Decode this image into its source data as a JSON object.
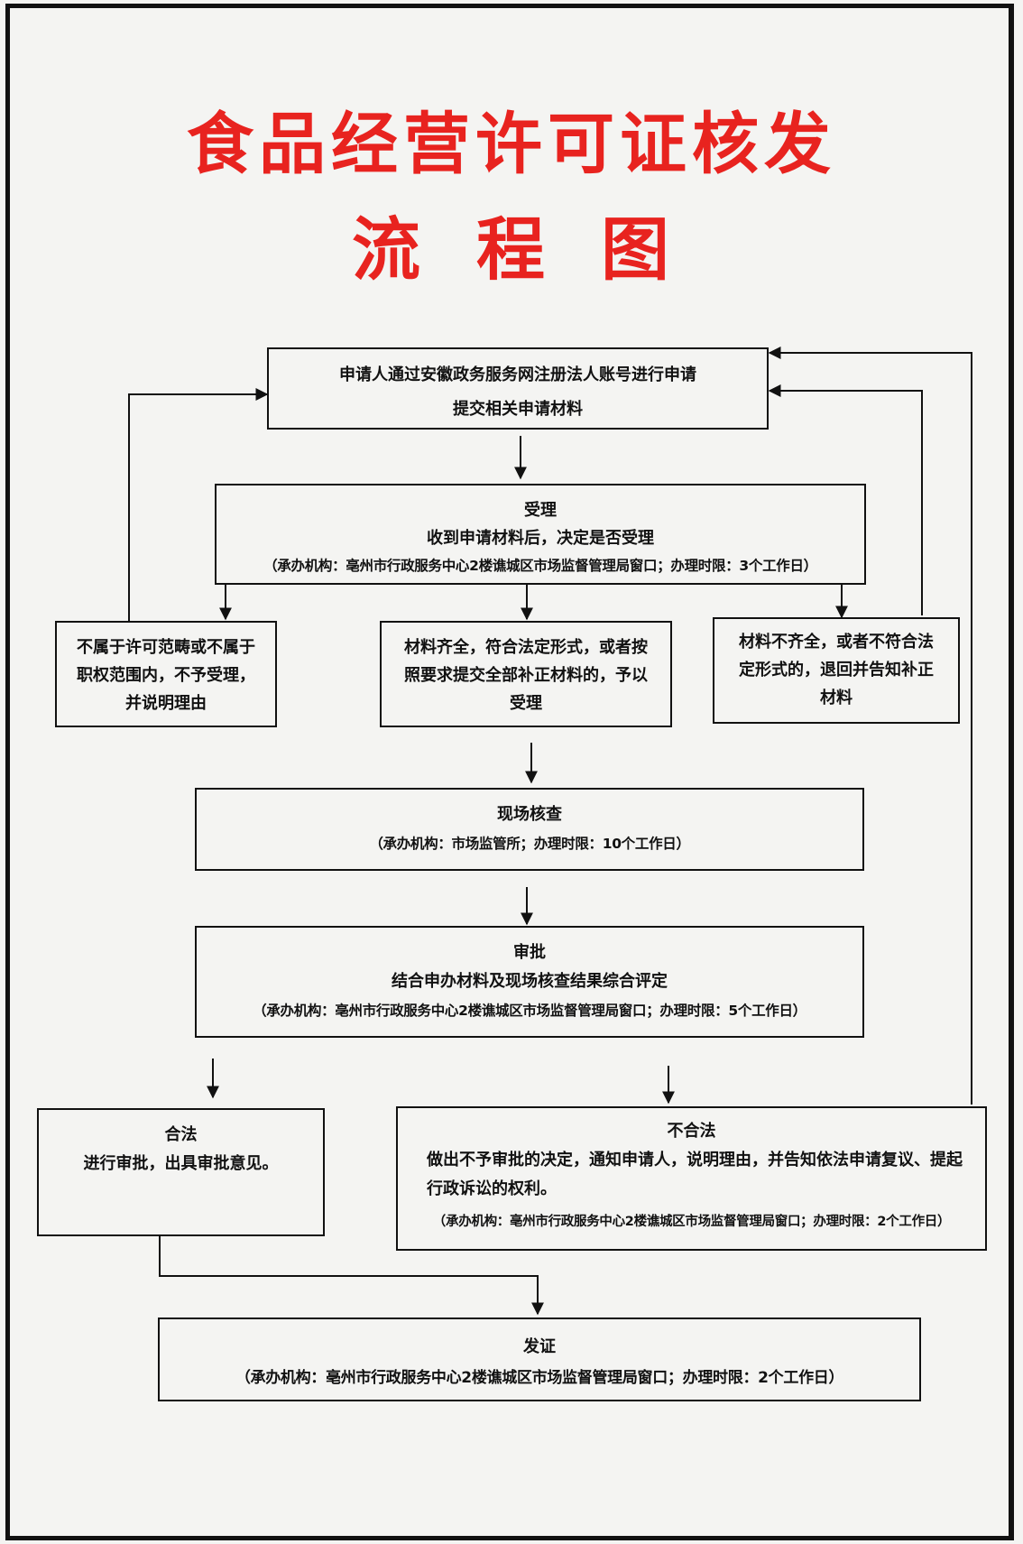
{
  "title": {
    "line1": "食品经营许可证核发",
    "line2": "流程图"
  },
  "colors": {
    "title": "#e8231f",
    "lines": "#111111",
    "background": "#f4f4f2"
  },
  "nodes": {
    "apply": {
      "line1": "申请人通过安徽政务服务网注册法人账号进行申请",
      "line2": "提交相关申请材料"
    },
    "accept": {
      "head": "受理",
      "desc": "收到申请材料后，决定是否受理",
      "note": "（承办机构：亳州市行政服务中心2楼谯城区市场监督管理局窗口；办理时限：3个工作日）"
    },
    "reject_scope": {
      "text": "不属于许可范畴或不属于职权范围内，不予受理，并说明理由"
    },
    "accepted": {
      "text": "材料齐全，符合法定形式，或者按照要求提交全部补正材料的，予以受理"
    },
    "incomplete": {
      "text": "材料不齐全，或者不符合法定形式的，退回并告知补正材料"
    },
    "inspection": {
      "head": "现场核查",
      "note": "（承办机构：市场监管所；办理时限：10个工作日）"
    },
    "approval": {
      "head": "审批",
      "desc": "结合申办材料及现场核查结果综合评定",
      "note": "（承办机构：亳州市行政服务中心2楼谯城区市场监督管理局窗口；办理时限：5个工作日）"
    },
    "legal": {
      "head": "合法",
      "desc": "进行审批，出具审批意见。"
    },
    "illegal": {
      "head": "不合法",
      "desc": "做出不予审批的决定，通知申请人，说明理由，并告知依法申请复议、提起行政诉讼的权利。",
      "note": "（承办机构：亳州市行政服务中心2楼谯城区市场监督管理局窗口；办理时限：2个工作日）"
    },
    "issue": {
      "head": "发证",
      "note": "（承办机构：亳州市行政服务中心2楼谯城区市场监督管理局窗口；办理时限：2个工作日）"
    }
  }
}
